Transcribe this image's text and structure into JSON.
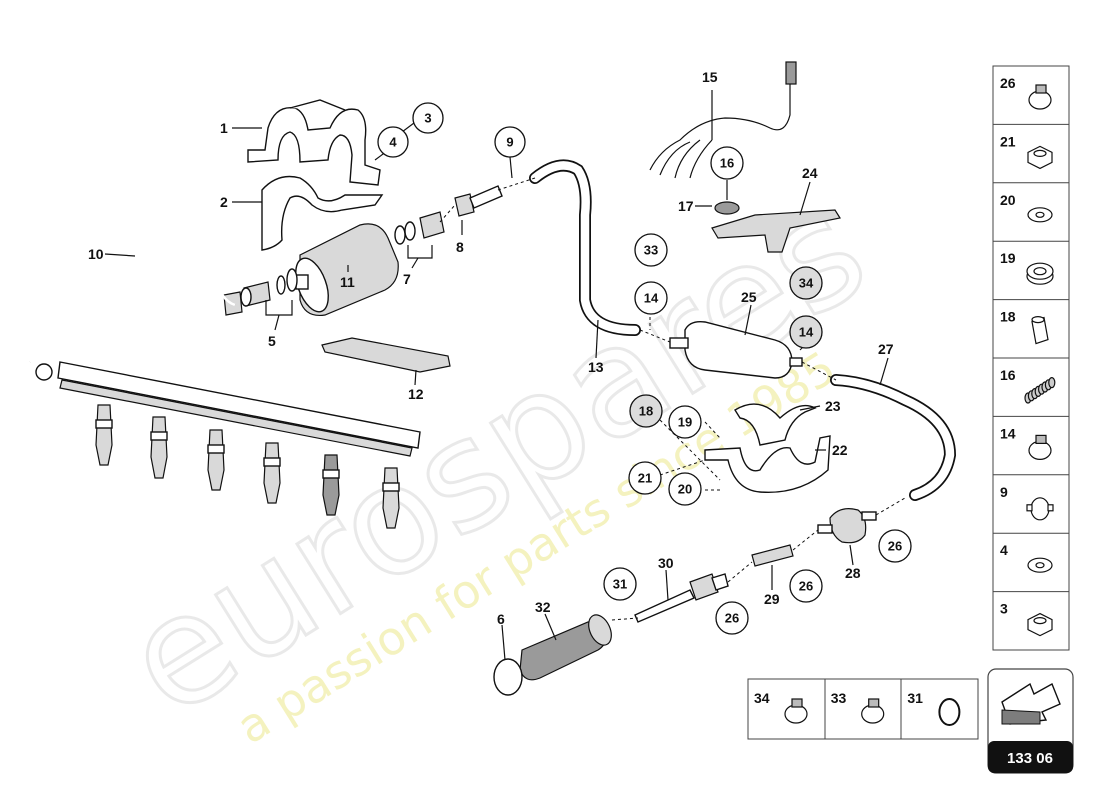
{
  "watermark": {
    "brand": "eurospares",
    "tagline": "a passion for parts since 1985"
  },
  "diagram_code": "133 06",
  "callouts": {
    "c1": "1",
    "c2": "2",
    "c3": "3",
    "c4": "4",
    "c5": "5",
    "c6": "6",
    "c7": "7",
    "c8": "8",
    "c9": "9",
    "c10": "10",
    "c11": "11",
    "c12": "12",
    "c13": "13",
    "c14a": "14",
    "c14b": "14",
    "c15": "15",
    "c16": "16",
    "c17": "17",
    "c18": "18",
    "c19": "19",
    "c20": "20",
    "c21": "21",
    "c22": "22",
    "c23": "23",
    "c24": "24",
    "c25": "25",
    "c26a": "26",
    "c26b": "26",
    "c26c": "26",
    "c27": "27",
    "c28": "28",
    "c29": "29",
    "c30": "30",
    "c31": "31",
    "c32": "32",
    "c33": "33",
    "c34": "34"
  },
  "side_legend": [
    {
      "num": "26",
      "icon": "hose-clamp-icon"
    },
    {
      "num": "21",
      "icon": "nut-icon"
    },
    {
      "num": "20",
      "icon": "washer-icon"
    },
    {
      "num": "19",
      "icon": "thick-washer-icon"
    },
    {
      "num": "18",
      "icon": "sleeve-icon"
    },
    {
      "num": "16",
      "icon": "spring-icon"
    },
    {
      "num": "14",
      "icon": "hose-clamp-icon"
    },
    {
      "num": "9",
      "icon": "clip-icon"
    },
    {
      "num": "4",
      "icon": "washer-icon"
    },
    {
      "num": "3",
      "icon": "nut-icon"
    }
  ],
  "bottom_legend": [
    {
      "num": "34",
      "icon": "hose-clamp-icon"
    },
    {
      "num": "33",
      "icon": "hose-clamp-icon"
    },
    {
      "num": "31",
      "icon": "o-ring-icon"
    }
  ],
  "colors": {
    "ink": "#111111",
    "watermark_grey": "#e9e9e9",
    "watermark_yellow": "#f2efb0",
    "code_bg": "#111111",
    "code_fg": "#ffffff"
  }
}
